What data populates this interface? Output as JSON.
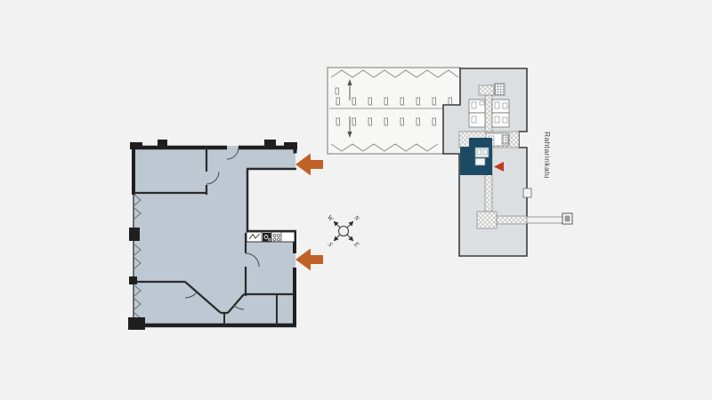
{
  "street_label": "Rahtarinkatu",
  "compass": {
    "north": "N",
    "east": "E",
    "south": "S",
    "west": "W"
  },
  "colors": {
    "background": "#f2f2f2",
    "unit_fill": "#bec8d2",
    "wall": "#1f1f1f",
    "site_building_fill": "#dcdfe1",
    "site_building_stroke": "#3b3b3b",
    "hall_fill": "#f7f7f5",
    "hall_stroke": "#8f8f8f",
    "highlighted_unit": "#1d4a63",
    "entrance_arrow": "#c06227",
    "unit_entrance_marker": "#bf3b1e",
    "street_text": "#474747"
  }
}
